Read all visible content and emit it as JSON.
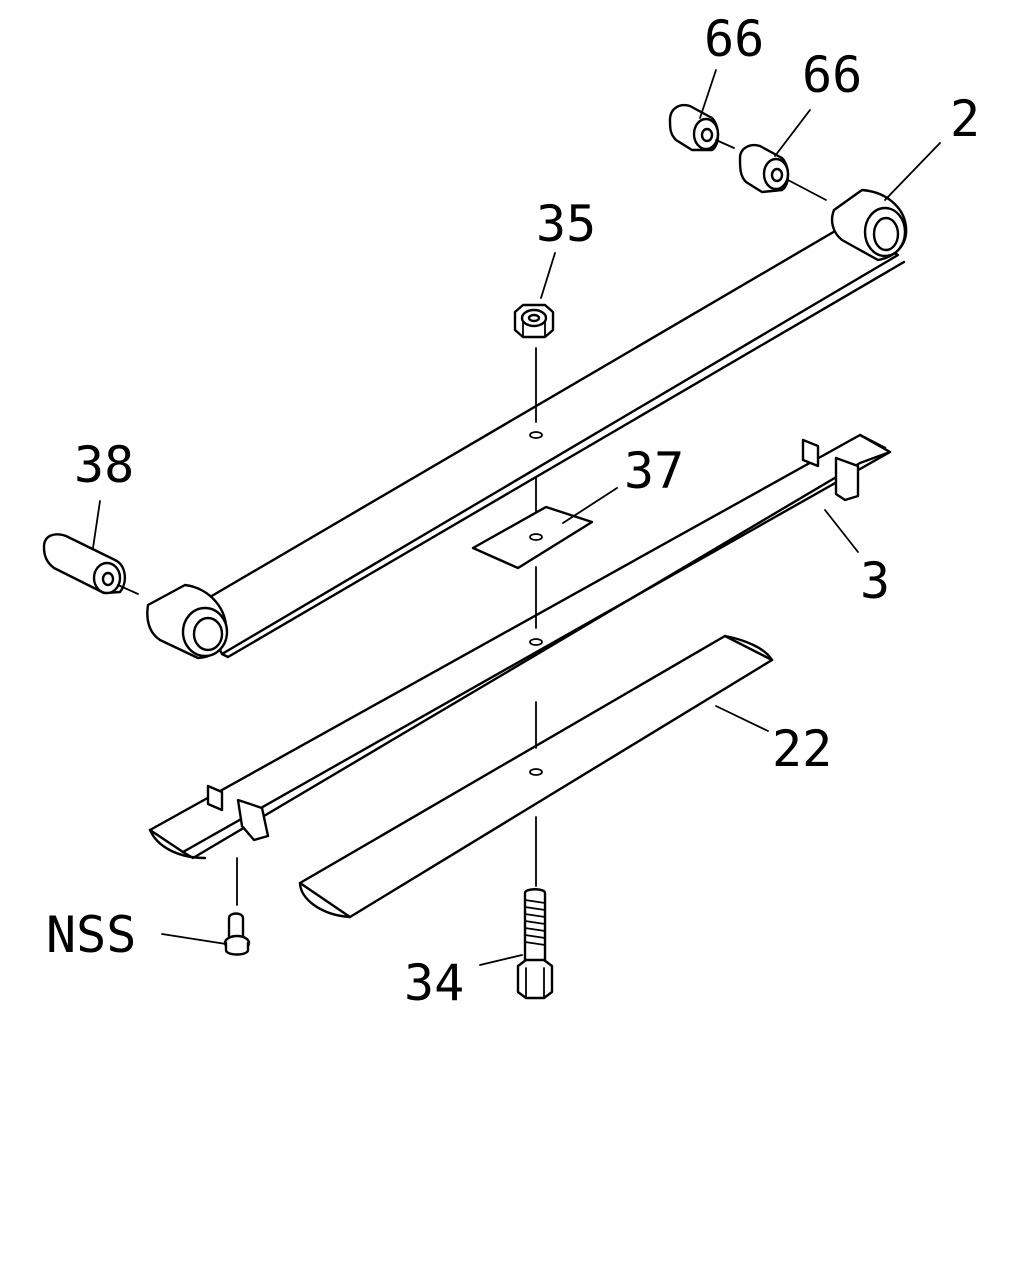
{
  "diagram": {
    "parts": [
      {
        "id": "bushing-66-a",
        "callout": "66"
      },
      {
        "id": "bushing-66-b",
        "callout": "66"
      },
      {
        "id": "main-leaf",
        "callout": "2"
      },
      {
        "id": "nut",
        "callout": "35"
      },
      {
        "id": "bushing-38",
        "callout": "38"
      },
      {
        "id": "pad",
        "callout": "37"
      },
      {
        "id": "second-leaf",
        "callout": "3"
      },
      {
        "id": "helper-leaf",
        "callout": "22"
      },
      {
        "id": "rivet",
        "callout": "NSS"
      },
      {
        "id": "center-bolt",
        "callout": "34"
      }
    ]
  }
}
